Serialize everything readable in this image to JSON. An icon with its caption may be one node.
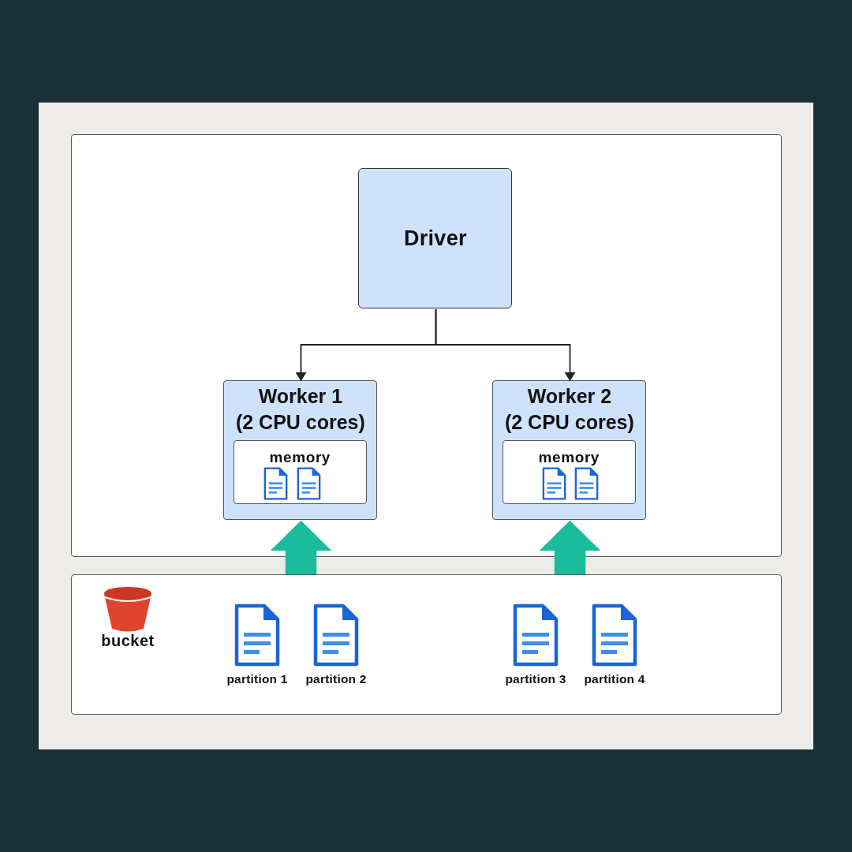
{
  "diagram": {
    "nodes": [
      {
        "text": [],
        "shape": "box"
      },
      {
        "text": [
          "Driver"
        ],
        "in": 0
      },
      {
        "text": [
          "Worker 1",
          "(2 CPU cores)"
        ],
        "in": 0
      },
      {
        "text": [
          "memory"
        ],
        "in": 2
      },
      {
        "text": [
          "Worker 2",
          "(2 CPU cores)"
        ],
        "in": 0
      },
      {
        "text": [
          "memory"
        ],
        "in": 4
      },
      {
        "text": [
          "bucket"
        ]
      }
    ],
    "edges": [
      {
        "from": 1,
        "to": 2,
        "arrow": "to"
      },
      {
        "from": 1,
        "to": 4,
        "arrow": "to"
      },
      {
        "from": 6,
        "to": 2,
        "arrow": "to",
        "style": "thick",
        "color": "#1abc9c"
      },
      {
        "from": 6,
        "to": 4,
        "arrow": "to",
        "style": "thick",
        "color": "#1abc9c"
      }
    ],
    "labels": [
      "partition 1",
      "partition 2",
      "partition 3",
      "partition 4"
    ]
  }
}
